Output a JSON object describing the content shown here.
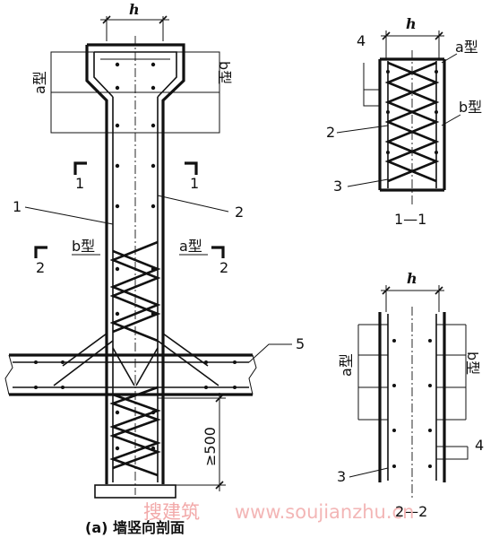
{
  "main": {
    "dim_h": "h",
    "type_a": "a型",
    "type_b": "b型",
    "section_1": "1",
    "section_2": "2",
    "callout_1": "1",
    "callout_2": "2",
    "callout_5": "5",
    "min_dim": "≥500",
    "caption": "(a) 墙竖向剖面"
  },
  "section11": {
    "dim_h": "h",
    "callout_4": "4",
    "callout_2": "2",
    "callout_3": "3",
    "type_a": "a型",
    "type_b": "b型",
    "title": "1—1"
  },
  "section22": {
    "dim_h": "h",
    "type_a": "a型",
    "type_b": "b型",
    "callout_3": "3",
    "callout_4": "4",
    "title": "2—2"
  },
  "watermark": {
    "cn": "搜建筑",
    "url": "www.soujianzhu.cn"
  }
}
